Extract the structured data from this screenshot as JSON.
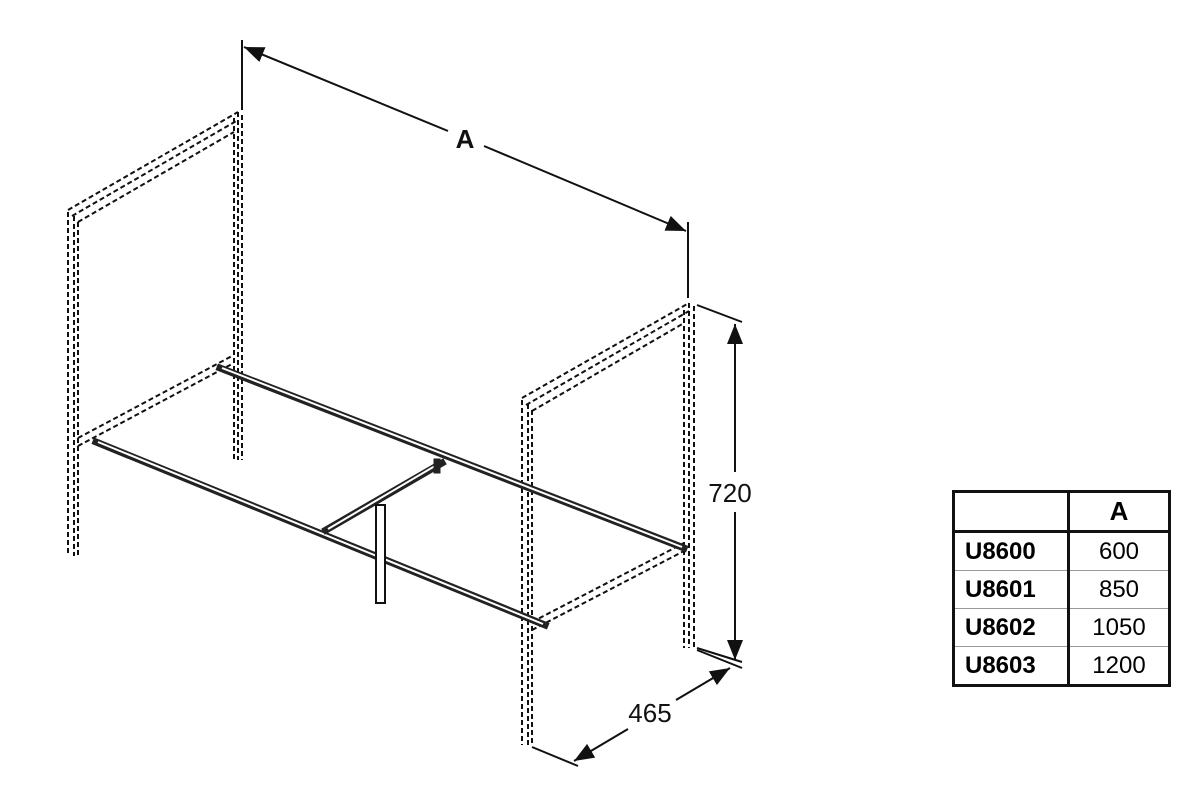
{
  "drawing": {
    "dimension_width_label": "A",
    "dimension_height": "720",
    "dimension_depth": "465"
  },
  "table": {
    "header": [
      "",
      "A"
    ],
    "rows": [
      {
        "code": "U8600",
        "a": "600"
      },
      {
        "code": "U8601",
        "a": "850"
      },
      {
        "code": "U8602",
        "a": "1050"
      },
      {
        "code": "U8603",
        "a": "1200"
      }
    ]
  }
}
